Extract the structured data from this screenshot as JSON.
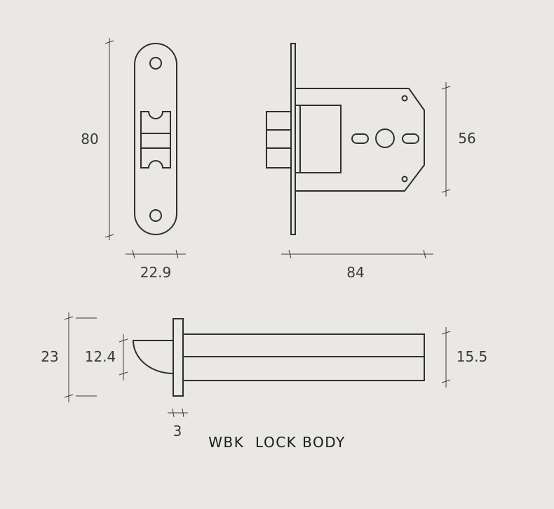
{
  "title": "WBK  LOCK BODY",
  "dimensions": {
    "faceplate_height": "80",
    "faceplate_width": "22.9",
    "case_length": "84",
    "case_height": "56",
    "bolt_total": "23",
    "latch_height": "12.4",
    "bolt_height": "15.5",
    "plate_thickness": "3"
  },
  "colors": {
    "background": "#e9e8e4",
    "line": "#2f2f2f",
    "text": "#3a3a3a"
  }
}
